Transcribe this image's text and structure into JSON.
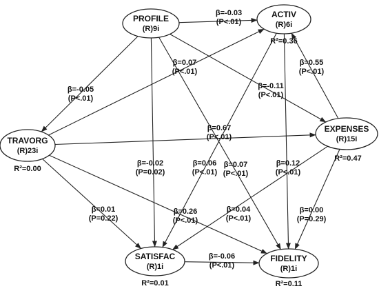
{
  "nodes": [
    {
      "id": "profile",
      "name": "PROFILE",
      "sub": "(R)9i",
      "r2": ""
    },
    {
      "id": "activ",
      "name": "ACTIV",
      "sub": "(R)6i",
      "r2": "R²=0.36"
    },
    {
      "id": "travorg",
      "name": "TRAVORG",
      "sub": "(R)23i",
      "r2": "R²=0.00"
    },
    {
      "id": "expenses",
      "name": "EXPENSES",
      "sub": "(R)15i",
      "r2": "R²=0.47"
    },
    {
      "id": "satisfac",
      "name": "SATISFAC",
      "sub": "(R)1i",
      "r2": "R²=0.01"
    },
    {
      "id": "fidelity",
      "name": "FIDELITY",
      "sub": "(R)1i",
      "r2": "R²=0.11"
    }
  ],
  "edges": [
    {
      "from": "profile",
      "to": "activ",
      "beta": "β=-0.03",
      "p": "(P<.01)"
    },
    {
      "from": "profile",
      "to": "travorg",
      "beta": "β=-0.05",
      "p": "(P<.01)"
    },
    {
      "from": "profile",
      "to": "expenses",
      "beta": "β=-0.11",
      "p": "(P<.01)"
    },
    {
      "from": "profile",
      "to": "satisfac",
      "beta": "β=-0.02",
      "p": "(P=0.02)"
    },
    {
      "from": "profile",
      "to": "fidelity",
      "beta": "β=0.07",
      "p": "(P<.01)"
    },
    {
      "from": "travorg",
      "to": "activ",
      "beta": "β=0.07",
      "p": "(P<.01)"
    },
    {
      "from": "travorg",
      "to": "expenses",
      "beta": "β=0.67",
      "p": "(P<.01)"
    },
    {
      "from": "travorg",
      "to": "satisfac",
      "beta": "β=0.01",
      "p": "(P=0.22)"
    },
    {
      "from": "travorg",
      "to": "fidelity",
      "beta": "β=0.26",
      "p": "(P<.01)"
    },
    {
      "from": "expenses",
      "to": "activ",
      "beta": "β=0.55",
      "p": "(P<.01)"
    },
    {
      "from": "activ",
      "to": "satisfac",
      "beta": "β=0.06",
      "p": "(P<.01)"
    },
    {
      "from": "activ",
      "to": "fidelity",
      "beta": "β=0.12",
      "p": "(P<.01)"
    },
    {
      "from": "expenses",
      "to": "satisfac",
      "beta": "β=0.04",
      "p": "(P<.01)"
    },
    {
      "from": "expenses",
      "to": "fidelity",
      "beta": "β=0.00",
      "p": "(P=0.29)"
    },
    {
      "from": "satisfac",
      "to": "fidelity",
      "beta": "β=-0.06",
      "p": "(P<.01)"
    }
  ]
}
